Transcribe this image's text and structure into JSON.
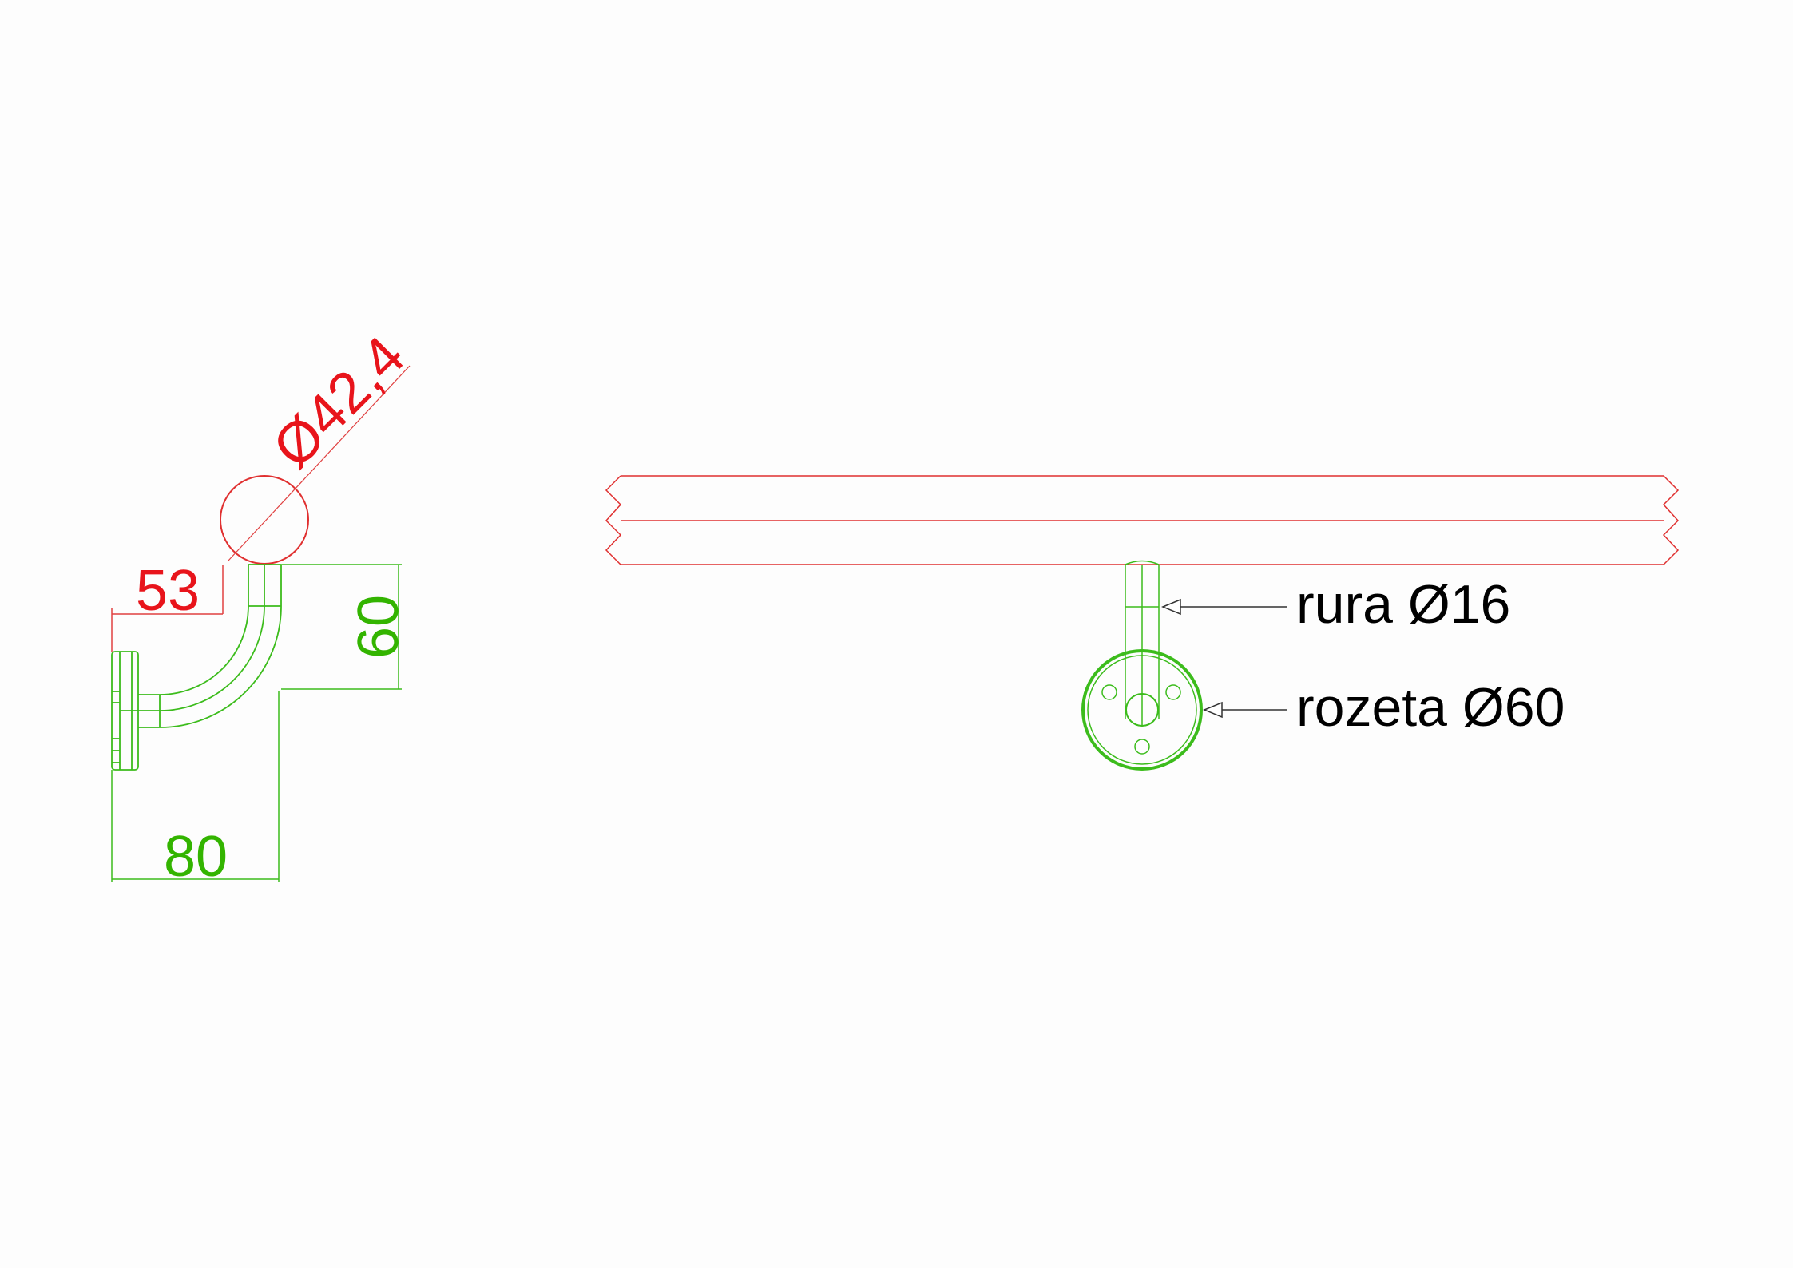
{
  "colors": {
    "red": "#e8141b",
    "green": "#33b400",
    "line_red": "#e04040",
    "line_green": "#3cbc1c",
    "text": "#000000"
  },
  "side_view": {
    "handrail_diameter": "Ø42,4",
    "offset_dimension": "53",
    "height_dimension": "60",
    "projection_dimension": "80"
  },
  "front_view": {
    "tube_label": "rura Ø16",
    "rosette_label": "rozeta Ø60"
  }
}
